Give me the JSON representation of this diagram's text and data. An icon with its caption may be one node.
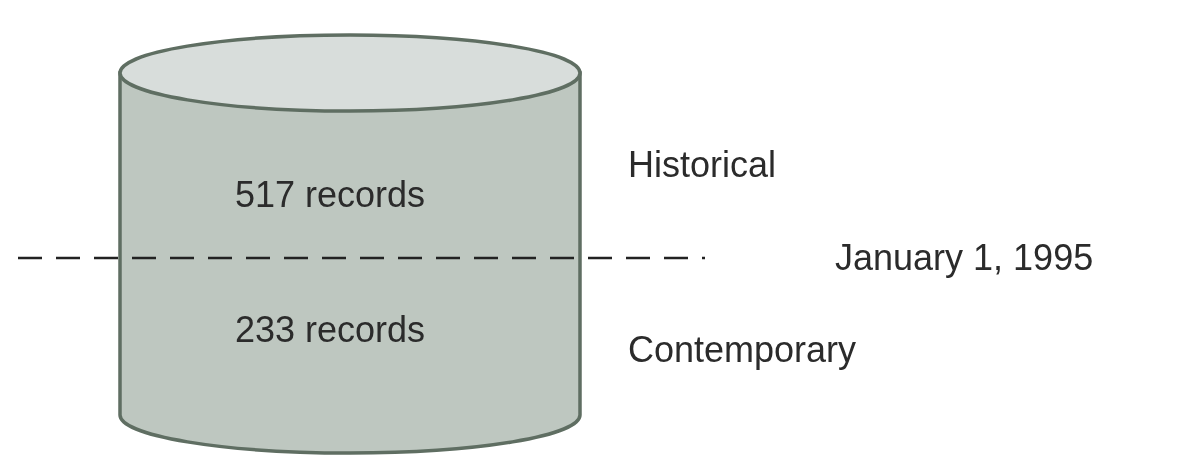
{
  "diagram": {
    "nodes": [
      {
        "text": [
          "517 records",
          "233 records"
        ]
      }
    ],
    "labels": [
      "Historical",
      "January 1, 1995",
      "Contemporary"
    ]
  }
}
